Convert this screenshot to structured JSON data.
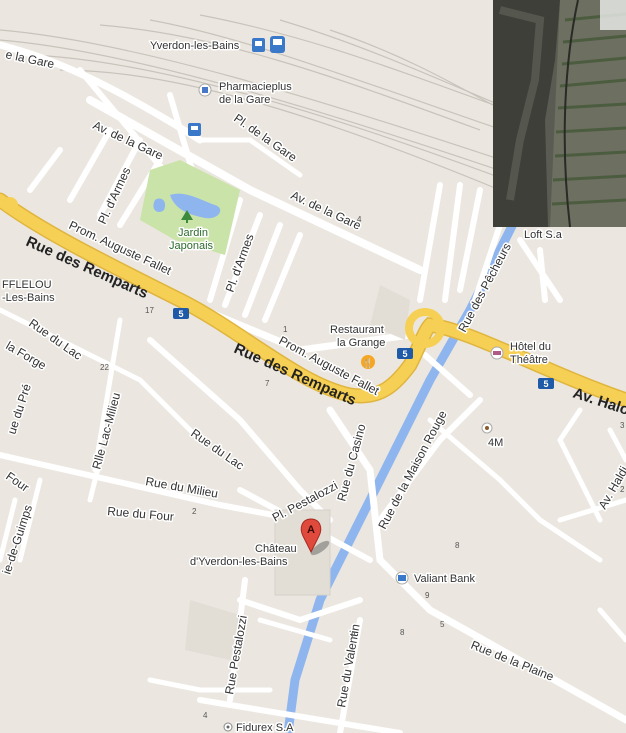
{
  "map": {
    "streets": {
      "la_gare_top": "e la Gare",
      "av_gare_1": "Av. de la Gare",
      "av_gare_2": "Av. de la Gare",
      "pl_gare": "Pl. de la Gare",
      "pl_armes_1": "Pl. d'Armes",
      "pl_armes_2": "Pl. d'Armes",
      "prom_fallet_1": "Prom. Auguste Fallet",
      "prom_fallet_2": "Prom. Auguste Fallet",
      "remparts_1": "Rue des Remparts",
      "remparts_2": "Rue des Remparts",
      "rue_lac_1": "Rue du Lac",
      "rue_lac_2": "Rue du Lac",
      "la_forge": "la Forge",
      "rue_pre": "ue du Pré",
      "rlle_lac_milieu": "Rlle Lac-Milieu",
      "rue_milieu": "Rue du Milieu",
      "rue_four_1": "Four",
      "rue_four_2": "Rue du Four",
      "guimps": "ie-de-Guimps",
      "pl_pestalozzi": "Pl. Pestalozzi",
      "rue_pestalozzi": "Rue Pestalozzi",
      "rue_casino": "Rue du Casino",
      "maison_rouge": "Rue de la Maison Rouge",
      "rue_pecheurs": "Rue des Pêcheurs",
      "rue_valentin": "Rue du Valentin",
      "rue_plaine": "Rue de la Plaine",
      "av_haldimand_1": "Av. Halo",
      "av_haldimand_2": "Av. Haldi",
      "route_shield": "5"
    },
    "pois": {
      "station": "Yverdon-les-Bains",
      "pharmacy_1": "Pharmacieplus",
      "pharmacy_2": "de la Gare",
      "park_1": "Jardin",
      "park_2": "Japonais",
      "restaurant_1": "Restaurant",
      "restaurant_2": "la Grange",
      "hotel_1": "Hôtel du",
      "hotel_2": "Théâtre",
      "m4": "4M",
      "chateau_1": "Château",
      "chateau_2": "d'Yverdon-les-Bains",
      "marker": "A",
      "bank": "Valiant Bank",
      "fidurex": "Fidurex S.A",
      "loft": "Loft S.a",
      "afflelou_1": "FFLELOU",
      "afflelou_2": "-Les-Bains"
    },
    "house_numbers": [
      "4",
      "17",
      "1",
      "7",
      "22",
      "2",
      "8",
      "9",
      "2",
      "8",
      "4",
      "2",
      "5",
      "3"
    ],
    "colors": {
      "land": "#ebe7e0",
      "road": "#ffffff",
      "major_road": "#f6cf55",
      "water": "#8fb5ef",
      "park": "#c9e3a9",
      "rail": "#bdb8b0",
      "marker": "#e04a3c"
    }
  }
}
